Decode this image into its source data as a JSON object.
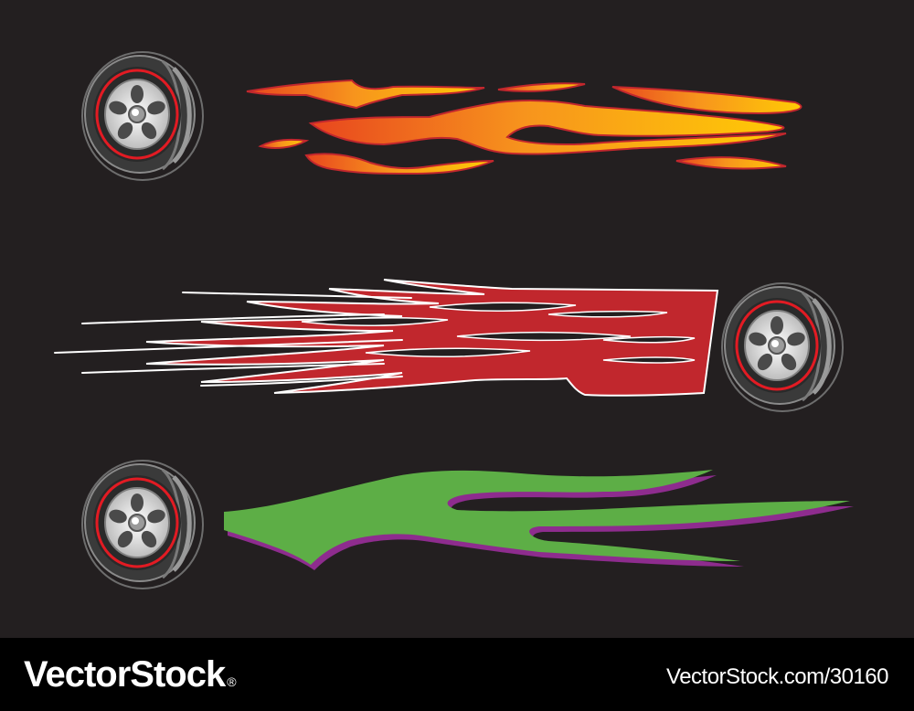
{
  "footer": {
    "brand_name": "VectorStock",
    "registered_mark": "®",
    "image_url": "VectorStock.com/30160"
  },
  "colors": {
    "background": "#231f20",
    "footer": "#000000",
    "flame_orange": "#f7941d",
    "flame_yellow": "#ffcb05",
    "flame_red": "#c1272d",
    "flame_green": "#5dae46",
    "flame_purple": "#8e2c8e",
    "tire": "#3a3a3a",
    "rim_stripe": "#e21b23",
    "hub": "#e6e6e6"
  },
  "graphics": [
    {
      "name": "wheel-with-orange-yellow-flames",
      "wheel_side": "left"
    },
    {
      "name": "wheel-with-red-pinstripe-flames",
      "wheel_side": "right"
    },
    {
      "name": "wheel-with-green-purple-flames",
      "wheel_side": "left"
    }
  ]
}
